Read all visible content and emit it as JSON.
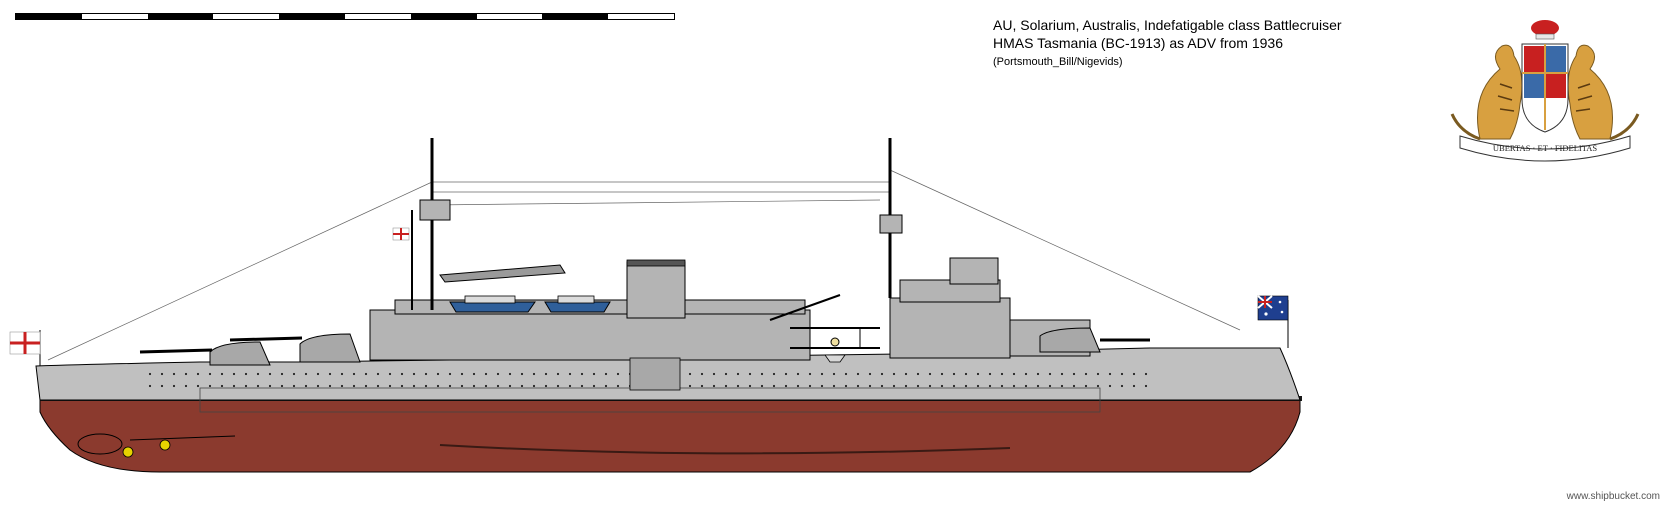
{
  "header": {
    "title_line_1": "AU, Solarium, Australis, Indefatigable class Battlecruiser",
    "title_line_2": "HMAS Tasmania (BC-1913) as ADV from 1936",
    "credit": "(Portsmouth_Bill/Nigevids)"
  },
  "coat_of_arms": {
    "motto": "UBERTAS · ET · FIDELITAS"
  },
  "footer": {
    "watermark": "www.shipbucket.com"
  },
  "colors": {
    "hull_grey": "#c0c0c0",
    "superstructure_grey": "#b4b4b4",
    "waterline_black": "#1a1a1a",
    "antifouling_red": "#8b3a2e",
    "boat_blue": "#2f5f9a",
    "propeller_yellow": "#e6d200",
    "tiger_gold": "#d8a040",
    "shield_red": "#c82020"
  }
}
